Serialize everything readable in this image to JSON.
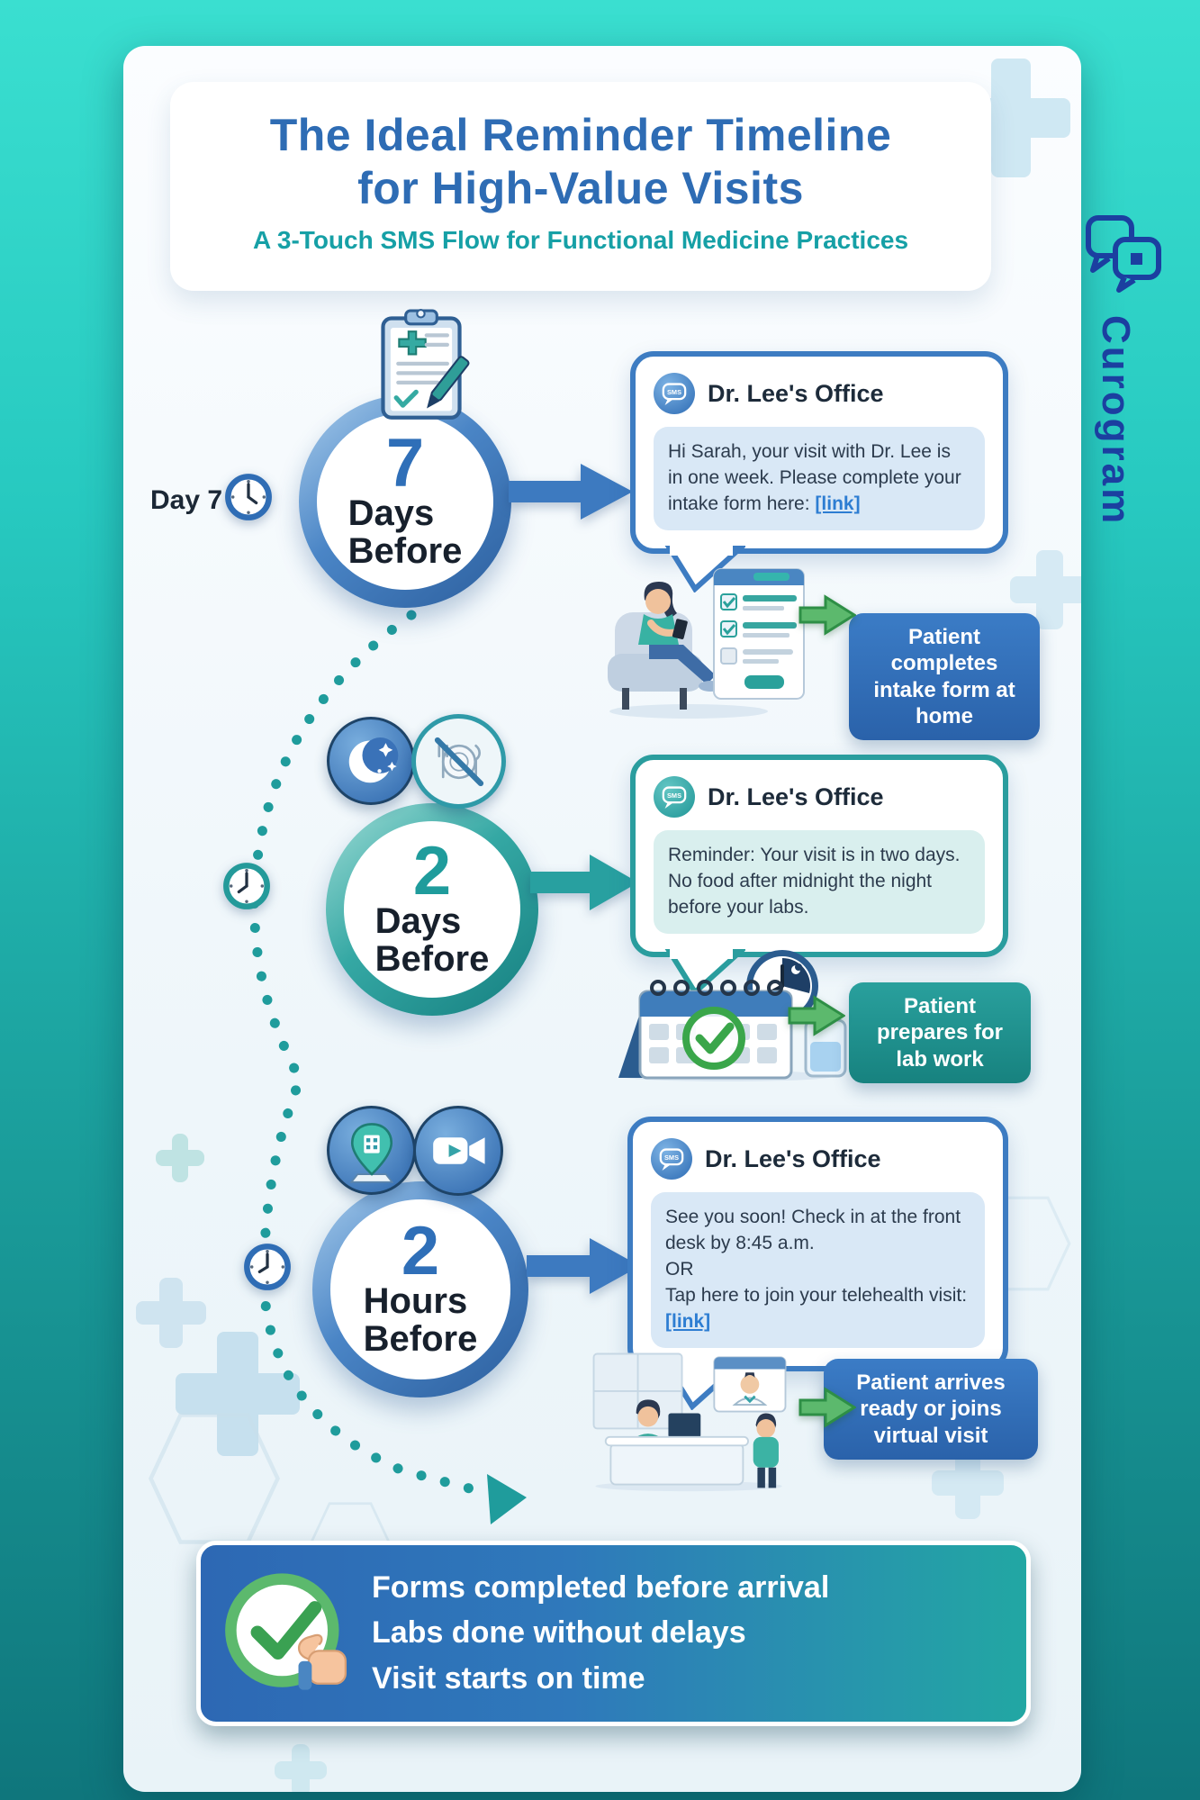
{
  "brand": {
    "name": "Curogram",
    "logo_color": "#1b3fa0"
  },
  "header": {
    "title_line1": "The Ideal Reminder Timeline",
    "title_line2": "for High-Value Visits",
    "subtitle": "A 3-Touch SMS Flow for Functional Medicine Practices"
  },
  "timeline": {
    "start_label": "Day 7"
  },
  "steps": [
    {
      "number": "7",
      "unit_line1": "Days",
      "unit_line2": "Before",
      "icons": [
        "clipboard-pen-icon"
      ],
      "sms": {
        "sender": "Dr. Lee's Office",
        "message": "Hi Sarah, your visit with Dr. Lee is in one week. Please complete your intake form here: ",
        "link_text": "[link]"
      },
      "outcome": "Patient completes intake form at home"
    },
    {
      "number": "2",
      "unit_line1": "Days",
      "unit_line2": "Before",
      "icons": [
        "moon-stars-icon",
        "no-food-icon"
      ],
      "sms": {
        "sender": "Dr. Lee's Office",
        "message": "Reminder: Your visit is in two days. No food after midnight the night before your labs."
      },
      "outcome": "Patient prepares for lab work"
    },
    {
      "number": "2",
      "unit_line1": "Hours",
      "unit_line2": "Before",
      "icons": [
        "location-pin-icon",
        "video-camera-icon"
      ],
      "sms": {
        "sender": "Dr. Lee's Office",
        "message_line1": "See you soon! Check in at the front desk by 8:45 a.m.",
        "message_line2": "OR",
        "message_line3": "Tap here to join your telehealth visit: ",
        "link_text": "[link]"
      },
      "outcome": "Patient arrives ready or joins virtual visit"
    }
  ],
  "summary": {
    "lines": [
      "Forms completed before arrival",
      "Labs done without delays",
      "Visit starts on time"
    ]
  },
  "colors": {
    "accent_blue": "#2f6fb8",
    "accent_teal": "#1f9c9c",
    "link_blue": "#2d7dd2",
    "badge_blue": "#2e6fba",
    "badge_teal": "#1f8f8f",
    "arrow_green": "#5cb96d",
    "title_blue": "#2e6cb4",
    "subtitle_teal": "#16a0a6",
    "logo_navy": "#1b3fa0"
  }
}
